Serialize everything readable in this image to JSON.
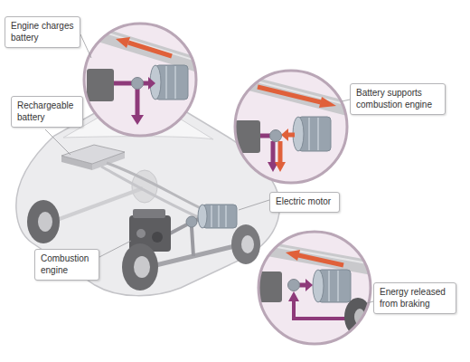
{
  "diagram": {
    "nodes": [
      {
        "text": [
          "Engine charges battery"
        ]
      },
      {
        "text": [
          "Battery supports combustion engine"
        ]
      },
      {
        "text": [
          "Rechargeable battery"
        ]
      },
      {
        "text": [
          "Electric motor"
        ]
      },
      {
        "text": [
          "Combustion engine"
        ]
      },
      {
        "text": [
          "Energy released from braking"
        ]
      }
    ]
  }
}
